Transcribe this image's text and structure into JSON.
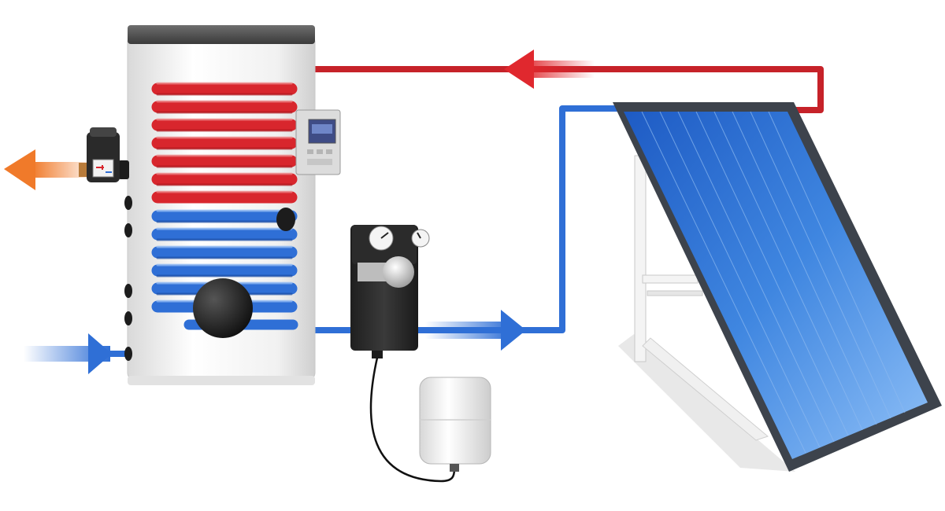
{
  "diagram": {
    "subject": "solar-water-heating-circuit",
    "colors": {
      "hot": "#d8262d",
      "cold": "#2f6fd6",
      "hot_outlet": "#f07a2a",
      "panel": "#3f86e0",
      "frame": "#4a4f57",
      "tank": "#eeeeee"
    },
    "components": [
      {
        "id": "storage-tank",
        "icon": "cylinder-tank"
      },
      {
        "id": "heat-exchanger-coil",
        "icon": "coil"
      },
      {
        "id": "solar-controller",
        "icon": "display-panel"
      },
      {
        "id": "mixing-valve",
        "icon": "valve"
      },
      {
        "id": "pump-station",
        "icon": "pump-with-gauges"
      },
      {
        "id": "expansion-vessel",
        "icon": "vessel"
      },
      {
        "id": "solar-collector",
        "icon": "flat-plate-panel"
      }
    ],
    "flows": [
      {
        "id": "hot-return-flow",
        "direction": "left",
        "color": "hot"
      },
      {
        "id": "cold-supply-flow",
        "direction": "right",
        "color": "cold"
      },
      {
        "id": "hot-water-outlet",
        "direction": "left",
        "color": "hot_outlet"
      },
      {
        "id": "cold-water-inlet",
        "direction": "right",
        "color": "cold"
      }
    ]
  }
}
